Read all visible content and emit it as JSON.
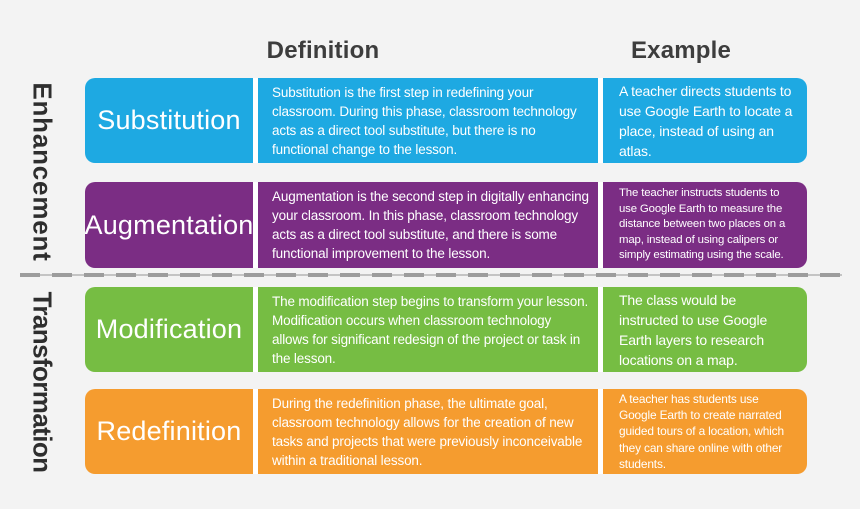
{
  "palette": {
    "background": "#f3f3f3",
    "divider_white": "#ffffff",
    "dash_gray": "#9c9c9c",
    "header_text": "#3d3d3d",
    "side_text": "#2e2e2e",
    "cell_text": "#ffffff"
  },
  "headers": {
    "definition": "Definition",
    "example": "Example"
  },
  "side_labels": {
    "enhancement": "Enhancement",
    "transformation": "Transformation"
  },
  "rows": [
    {
      "name": "Substitution",
      "color": "#1ea9e2",
      "definition": "Substitution is the first step in redefining your classroom. During this phase, classroom technology acts as a direct tool substitute, but there is no functional change to the lesson.",
      "example": "A teacher directs students to use Google Earth to locate a place, instead of using an atlas."
    },
    {
      "name": "Augmentation",
      "color": "#7b2d84",
      "definition": "Augmentation is the second step in digitally enhancing your classroom. In this phase, classroom technology acts as a direct tool substitute, and there is some functional improvement to the lesson.",
      "example": "The teacher instructs students to use Google Earth to measure the distance between two places on a map, instead of using calipers or simply estimating using the scale."
    },
    {
      "name": "Modification",
      "color": "#76bd43",
      "definition": "The modification step begins to transform your lesson. Modification occurs when classroom technology allows for significant redesign of the project or task in the lesson.",
      "example": "The class would be instructed to use Google Earth layers to research locations on a map."
    },
    {
      "name": "Redefinition",
      "color": "#f59c2f",
      "definition": "During the redefinition phase, the ultimate goal, classroom technology allows for the creation of new tasks and projects that were previously inconceivable within a traditional lesson.",
      "example": "A teacher has students use Google Earth to create narrated guided tours of a location, which they can share online with other students."
    }
  ]
}
